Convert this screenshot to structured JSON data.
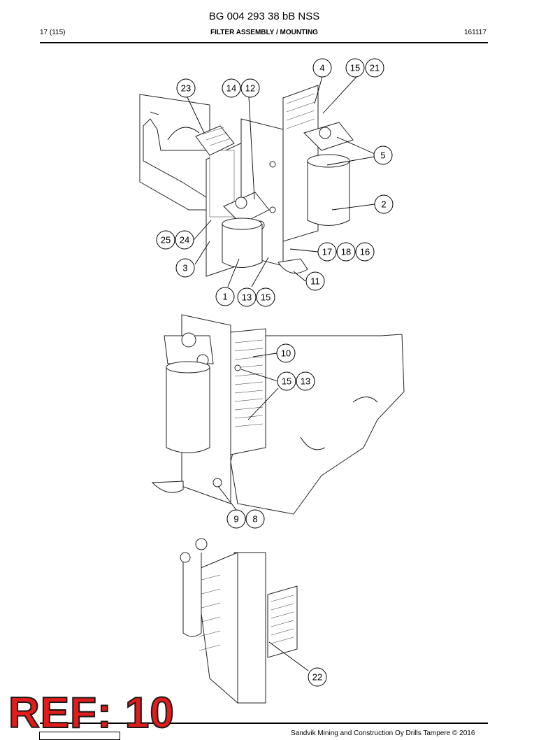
{
  "header": {
    "doc_number": "BG 004 293 38 bB NSS",
    "page": "17 (115)",
    "section": "FILTER ASSEMBLY / MOUNTING",
    "date_code": "161117"
  },
  "footer": {
    "copyright": "Sandvik Mining and Construction Oy Drills Tampere © 2016"
  },
  "ref_stamp": "REF: 10",
  "callouts": {
    "c4": "4",
    "c15a": "15",
    "c21": "21",
    "c23": "23",
    "c14": "14",
    "c12": "12",
    "c5": "5",
    "c2": "2",
    "c25": "25",
    "c24": "24",
    "c3": "3",
    "c17": "17",
    "c18": "18",
    "c16": "16",
    "c11": "11",
    "c1": "1",
    "c13a": "13",
    "c15b": "15",
    "c10": "10",
    "c15c": "15",
    "c13b": "13",
    "c9": "9",
    "c8": "8",
    "c22": "22"
  }
}
